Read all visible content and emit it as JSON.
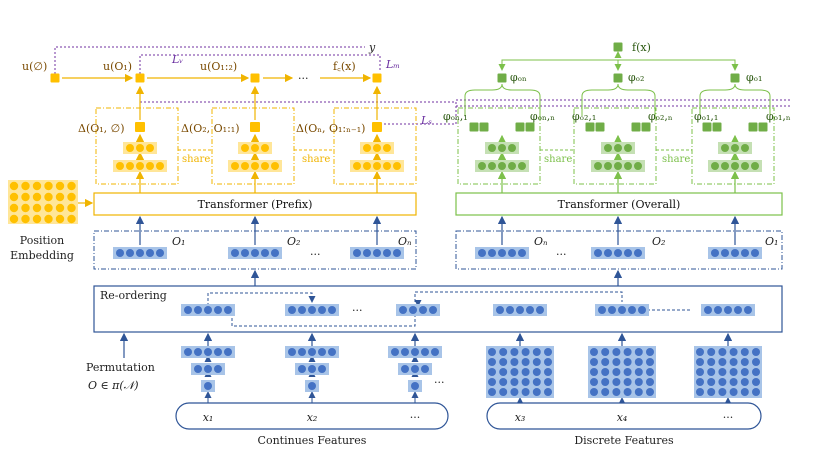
{
  "colors": {
    "blue_dot": "#4472c4",
    "blue_bar": "#a8c4e8",
    "blue_line": "#2f5597",
    "yellow_dot": "#ffc000",
    "yellow_bar": "#ffe699",
    "yellow_line": "#f0b400",
    "green_dot": "#70ad47",
    "green_bar": "#c5e0b4",
    "green_line": "#7cc04a",
    "purple_line": "#7030a0"
  },
  "top": {
    "u_empty": "u(∅)",
    "u_o1": "u(O₁)",
    "u_o12": "u(O₁:₂)",
    "dots": "···",
    "f_c": "f꜀(x)",
    "y": "y",
    "L_v": "Lᵥ",
    "L_m": "Lₘ",
    "L_s": "Lₛ",
    "f_x": "f(x)",
    "phi_on": "φₒₙ",
    "phi_o2": "φₒ₂",
    "phi_o1": "φₒ₁",
    "phi_on1": "φₒₙ,₁",
    "phi_onn": "φₒₙ,ₙ",
    "phi_o21": "φₒ₂,₁",
    "phi_o2n": "φₒ₂,ₙ",
    "phi_o11": "φₒ₁,₁",
    "phi_o1n": "φₒ₁,ₙ"
  },
  "deltas": {
    "d1": "Δ(O₁, ∅)",
    "d2": "Δ(O₂, O₁:₁)",
    "d3": "Δ(Oₙ, O₁:ₙ₋₁)"
  },
  "share": "share",
  "transformer_prefix": "Transformer (Prefix)",
  "transformer_overall": "Transformer (Overall)",
  "position_embedding": [
    "Position",
    "Embedding"
  ],
  "seq_left": {
    "o1": "O₁",
    "o2": "O₂",
    "on": "Oₙ",
    "dots": "···"
  },
  "seq_right": {
    "on": "Oₙ",
    "o2": "O₂",
    "o1": "O₁",
    "dots": "···"
  },
  "reordering": "Re-ordering",
  "reorder_dots": "···",
  "permutation": "Permutation",
  "permutation_formula": "O ∈ π(𝒩)",
  "features": {
    "left": [
      "x₁",
      "x₂",
      "···"
    ],
    "right": [
      "x₃",
      "x₄",
      "···"
    ],
    "left_label": "Continues Features",
    "right_label": "Discrete Features",
    "left_dots": "···"
  }
}
